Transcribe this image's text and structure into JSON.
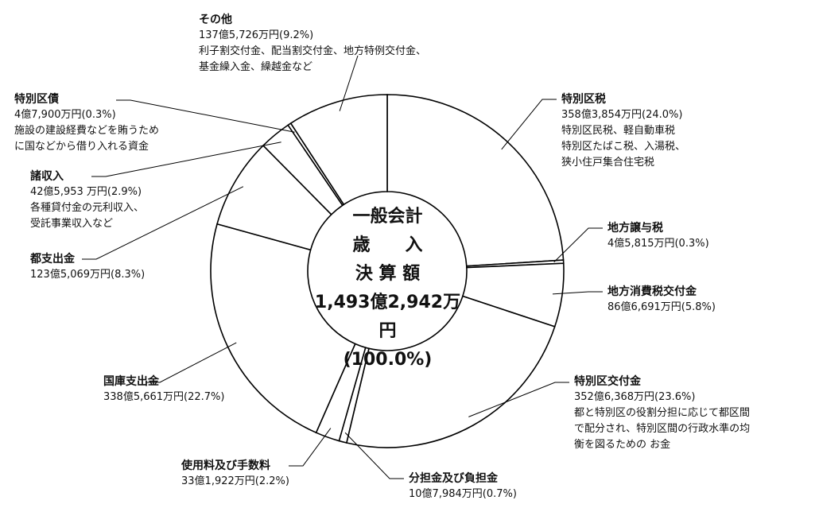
{
  "colors": {
    "stroke": "#000000",
    "fill": "#ffffff"
  },
  "center": {
    "line1": "一般会計",
    "line2": "歳　　入",
    "line3": "決 算 額",
    "total": "1,493億2,942万円",
    "percent": "(100.0%)"
  },
  "chart_data": {
    "type": "pie",
    "style": "donut",
    "slices": [
      {
        "name": "特別区税",
        "amount": "358億3,854万円",
        "percent": 24.0,
        "desc": [
          "特別区民税、軽自動車税",
          "特別区たばこ税、入湯税、",
          "狭小住戸集合住宅税"
        ]
      },
      {
        "name": "地方譲与税",
        "amount": "4億5,815万円",
        "percent": 0.3,
        "desc": []
      },
      {
        "name": "地方消費税交付金",
        "amount": "86億6,691万円",
        "percent": 5.8,
        "desc": []
      },
      {
        "name": "特別区交付金",
        "amount": "352億6,368万円",
        "percent": 23.6,
        "desc": [
          "都と特別区の役割分担に応じて都区間",
          "で配分され、特別区間の行政水準の均",
          "衡を図るための お金"
        ]
      },
      {
        "name": "分担金及び負担金",
        "amount": "10億7,984万円",
        "percent": 0.7,
        "desc": []
      },
      {
        "name": "使用料及び手数料",
        "amount": "33億1,922万円",
        "percent": 2.2,
        "desc": []
      },
      {
        "name": "国庫支出金",
        "amount": "338億5,661万円",
        "percent": 22.7,
        "desc": []
      },
      {
        "name": "都支出金",
        "amount": "123億5,069万円",
        "percent": 8.3,
        "desc": []
      },
      {
        "name": "諸収入",
        "amount": "42億5,953 万円",
        "percent": 2.9,
        "desc": [
          "各種貸付金の元利収入、",
          "受託事業収入など"
        ]
      },
      {
        "name": "特別区債",
        "amount": "4億7,900万円",
        "percent": 0.3,
        "desc": [
          "施設の建設経費などを賄うため",
          "に国などから借り入れる資金"
        ]
      },
      {
        "name": "その他",
        "amount": "137億5,726万円",
        "percent": 9.2,
        "desc": [
          "利子割交付金、配当割交付金、地方特例交付金、",
          "基金繰入金、繰越金など"
        ]
      }
    ]
  }
}
